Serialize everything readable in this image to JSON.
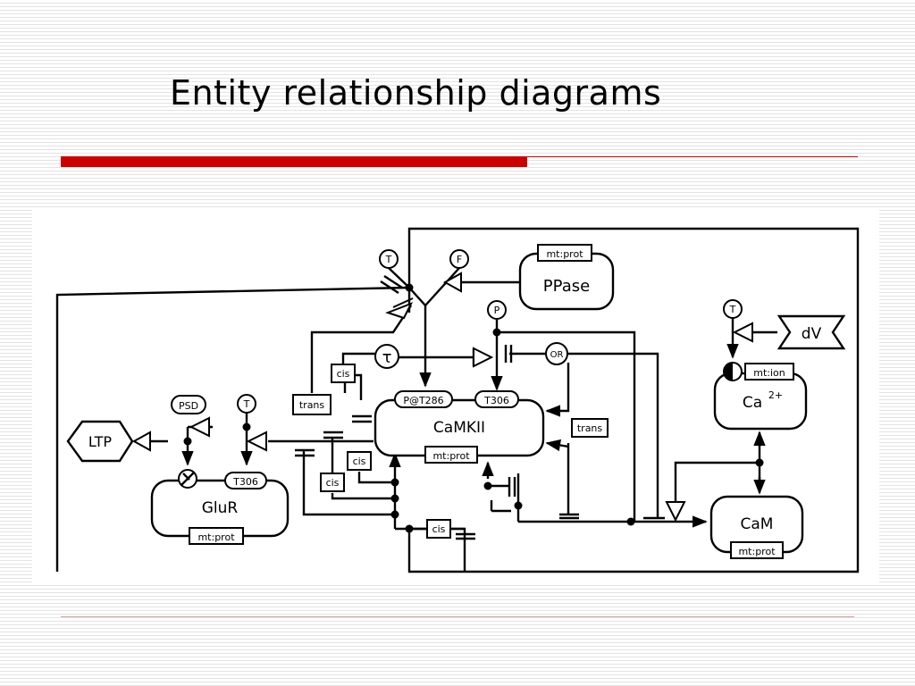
{
  "slide": {
    "title": "Entity relationship diagrams"
  },
  "diagram": {
    "entities": {
      "camkii": "CaMKII",
      "glur": "GluR",
      "pphase": "PPase",
      "ca": "Ca",
      "ca_charge": "2+",
      "cam": "CaM",
      "ltp": "LTP",
      "dv": "dV"
    },
    "units": {
      "camkii": "mt:prot",
      "glur": "mt:prot",
      "pphase": "mt:prot",
      "ca": "mt:ion",
      "cam": "mt:prot"
    },
    "sites": {
      "camkii_pt286": "P@T286",
      "camkii_t306": "T306",
      "glur_t306": "T306"
    },
    "states": {
      "t_top": "T",
      "f_top": "F",
      "p_top": "P",
      "psd": "PSD",
      "t_glur": "T",
      "t_ca": "T",
      "tau": "τ",
      "or": "OR"
    },
    "labels": {
      "cis_1": "cis",
      "cis_2": "cis",
      "cis_3": "cis",
      "cis_4": "cis",
      "trans_1": "trans",
      "trans_2": "trans"
    }
  }
}
